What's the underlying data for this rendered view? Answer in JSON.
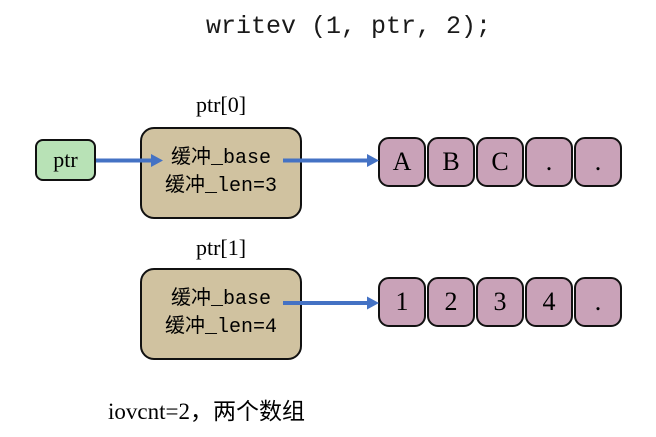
{
  "title": "writev (1, ptr, 2);",
  "ptr_box": {
    "label": "ptr"
  },
  "rows": [
    {
      "label": "ptr[0]",
      "box": {
        "line1": "缓冲_base",
        "line2": "缓冲_len=3"
      },
      "cells": [
        "A",
        "B",
        "C",
        ".",
        "."
      ]
    },
    {
      "label": "ptr[1]",
      "box": {
        "line1": "缓冲_base",
        "line2": "缓冲_len=4"
      },
      "cells": [
        "1",
        "2",
        "3",
        "4",
        "."
      ]
    }
  ],
  "footer": "iovcnt=2，两个数组",
  "colors": {
    "iovec_box_fill": "#d0c2a0",
    "ptr_box_fill": "#b8e2b6",
    "cell_fill": "#c9a2b8",
    "arrow_blue": "#4472c4",
    "outline": "#111111"
  }
}
